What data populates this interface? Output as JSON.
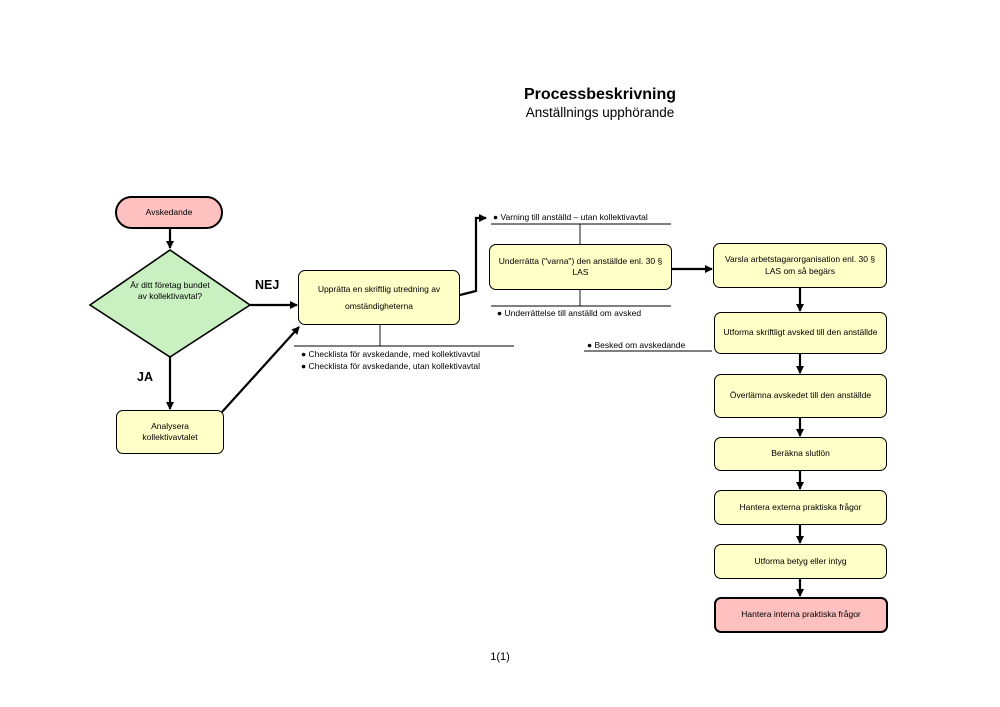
{
  "header": {
    "title": "Processbeskrivning",
    "subtitle": "Anställnings upphörande"
  },
  "nodes": {
    "start": "Avskedande",
    "decision": "Är ditt företag bundet av kollektivavtal?",
    "analyze": "Analysera kollektivavtalet",
    "investigate": "Upprätta en skriftlig utredning av omständigheterna",
    "notify": "Underrätta (\"varna\") den anställde enl. 30 § LAS",
    "union": "Varsla arbetstagarorganisation enl. 30 § LAS om så begärs",
    "written_dismissal": "Utforma skriftligt avsked till den anställde",
    "hand_over": "Överlämna avskedet till den anställde",
    "final_pay": "Beräkna slutlön",
    "external": "Hantera externa praktiska frågor",
    "certificate": "Utforma betyg eller intyg",
    "internal": "Hantera interna praktiska frågor"
  },
  "branch_labels": {
    "no": "NEJ",
    "yes": "JA"
  },
  "documents": {
    "warning": "Varning till anställd – utan kollektivavtal",
    "notice": "Underrättelse till anställd om avsked",
    "decision_notice": "Besked om avskedande",
    "checklist_with": "Checklista för avskedande, med kollektivavtal",
    "checklist_without": "Checklista för avskedande, utan kollektivavtal"
  },
  "footer": {
    "page": "1(1)"
  }
}
